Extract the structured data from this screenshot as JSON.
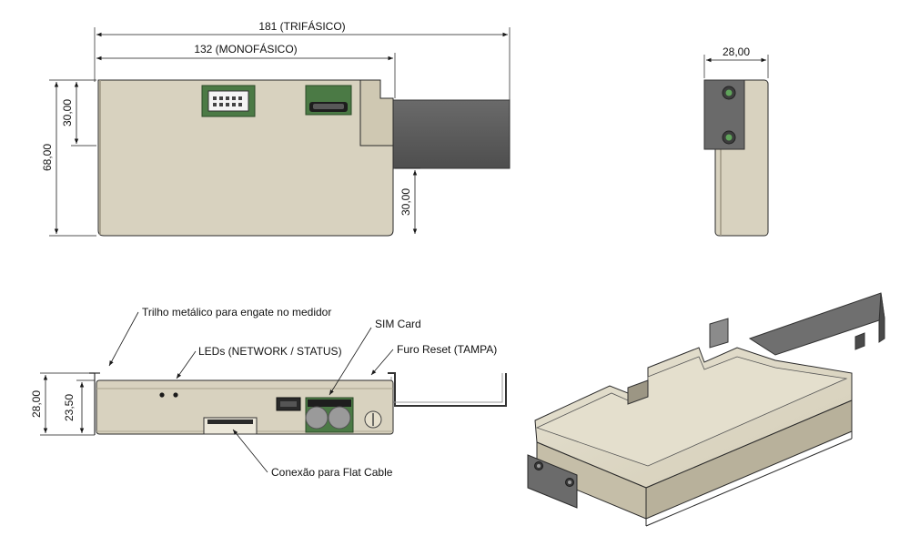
{
  "views": {
    "front": {
      "dim_trifasico": "181 (TRIFÁSICO)",
      "dim_monofasico": "132 (MONOFÁSICO)",
      "dim_height_total": "68,00",
      "dim_rail_upper": "30,00",
      "dim_rail_lower": "30,00"
    },
    "side": {
      "dim_depth": "28,00"
    },
    "bottom": {
      "dim_height_total": "28,00",
      "dim_height_body": "23,50",
      "callouts": {
        "rail": "Trilho metálico para engate no medidor",
        "leds": "LEDs (NETWORK / STATUS)",
        "sim": "SIM Card",
        "reset": "Furo Reset (TAMPA)",
        "flat": "Conexão para Flat Cable"
      }
    }
  },
  "colors": {
    "body": "#d8d2bf",
    "body_dark": "#b9b29c",
    "rail": "#5f5f5f",
    "rail_dark": "#454545",
    "pcb": "#4b7a45",
    "line": "#1a1a1a"
  }
}
